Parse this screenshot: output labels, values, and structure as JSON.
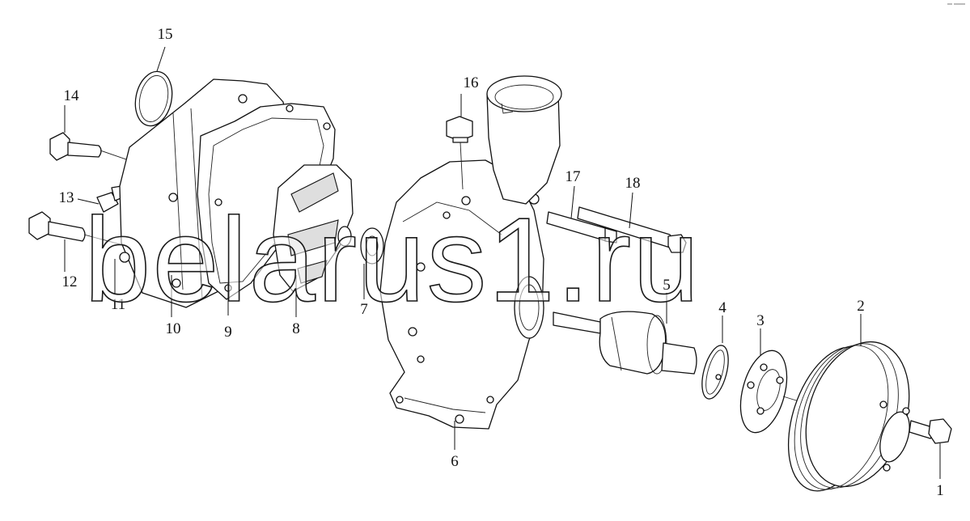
{
  "diagram": {
    "callouts": [
      {
        "id": "1",
        "label": "1"
      },
      {
        "id": "2",
        "label": "2"
      },
      {
        "id": "3",
        "label": "3"
      },
      {
        "id": "4",
        "label": "4"
      },
      {
        "id": "5",
        "label": "5"
      },
      {
        "id": "6",
        "label": "6"
      },
      {
        "id": "7",
        "label": "7"
      },
      {
        "id": "8",
        "label": "8"
      },
      {
        "id": "9",
        "label": "9"
      },
      {
        "id": "10",
        "label": "10"
      },
      {
        "id": "11",
        "label": "11"
      },
      {
        "id": "12",
        "label": "12"
      },
      {
        "id": "13",
        "label": "13"
      },
      {
        "id": "14",
        "label": "14"
      },
      {
        "id": "15",
        "label": "15"
      },
      {
        "id": "16",
        "label": "16"
      },
      {
        "id": "17",
        "label": "17"
      },
      {
        "id": "18",
        "label": "18"
      }
    ]
  },
  "watermark": {
    "text": "belarus1.ru"
  }
}
